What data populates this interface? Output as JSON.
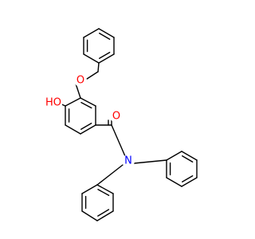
{
  "molecule": {
    "atoms": [
      {
        "text": "O",
        "color": "#ff0000"
      },
      {
        "text": "HO",
        "color": "#ff0000"
      },
      {
        "text": "O",
        "color": "#ff0000"
      },
      {
        "text": "N",
        "color": "#0000ff"
      }
    ]
  }
}
